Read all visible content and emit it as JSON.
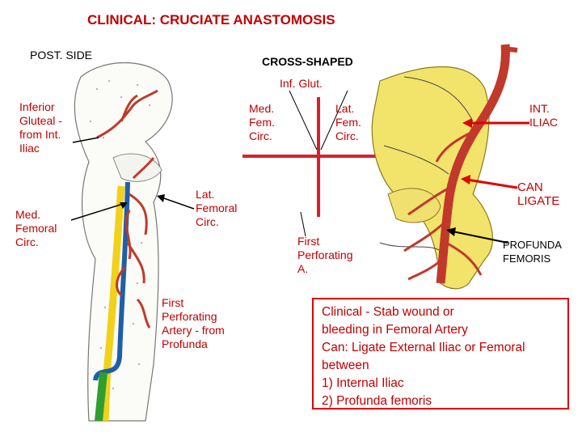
{
  "title": "CLINICAL: CRUCIATE ANASTOMOSIS",
  "left_panel": {
    "heading": "POST. SIDE",
    "labels": {
      "inferior_gluteal": "Inferior\nGluteal -\nfrom Int.\nIliac",
      "med_femoral_circ": "Med.\nFemoral\nCirc.",
      "lat_femoral_circ": "Lat.\nFemoral\nCirc.",
      "first_perforating": "First\nPerforating\nArtery - from\nProfunda"
    }
  },
  "cross_diagram": {
    "heading": "CROSS-SHAPED",
    "top": "Inf. Glut.",
    "left": "Med.\nFem.\nCirc.",
    "right": "Lat.\nFem.\nCirc.",
    "bottom": "First\nPerforating\nA."
  },
  "right_panel": {
    "labels": {
      "int_iliac": "INT.\nILIAC",
      "can_ligate": "CAN\nLIGATE",
      "profunda": "PROFUNDA\nFEMORIS"
    }
  },
  "clinical_box": {
    "lines": [
      "Clinical - Stab wound or",
      "bleeding in Femoral Artery",
      "Can: Ligate External Iliac or Femoral",
      "between",
      "1) Internal Iliac",
      "2) Profunda femoris"
    ]
  },
  "colors": {
    "accent_text": "#c00000",
    "artery": "#c0392b",
    "vein": "#1e5fa8",
    "nerve": "#f1d11a",
    "muscle_green": "#2e9e2e",
    "bone_yellow": "#f2e36a"
  }
}
